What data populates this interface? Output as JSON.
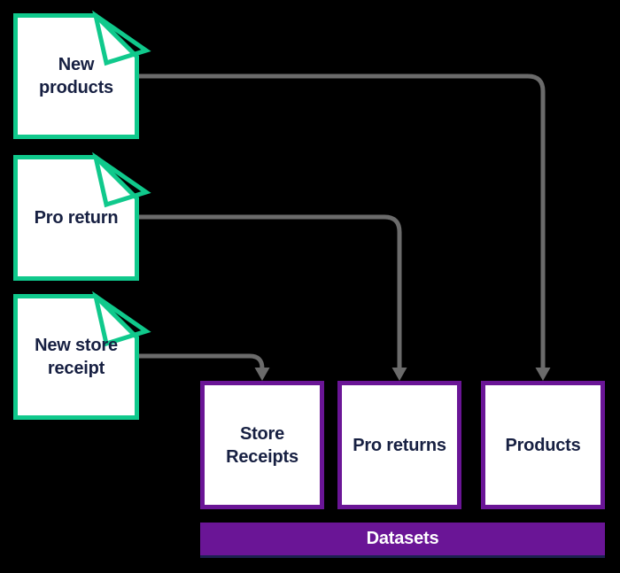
{
  "diagram": {
    "background": "#000000",
    "documents": [
      {
        "label": "New products"
      },
      {
        "label": "Pro return"
      },
      {
        "label": "New store receipt"
      }
    ],
    "datasets": [
      {
        "label": "Store Receipts"
      },
      {
        "label": "Pro returns"
      },
      {
        "label": "Products"
      }
    ],
    "banner": {
      "label": "Datasets"
    },
    "connections": [
      {
        "from": "New products",
        "to": "Products"
      },
      {
        "from": "Pro return",
        "to": "Pro returns"
      },
      {
        "from": "New store receipt",
        "to": "Store Receipts"
      }
    ],
    "colors": {
      "document_border": "#10c98c",
      "dataset_border": "#6a1596",
      "banner_background": "#6a1596",
      "connector": "#6b6b6b",
      "label_text": "#172042",
      "banner_text": "#ffffff",
      "background": "#000000"
    }
  }
}
